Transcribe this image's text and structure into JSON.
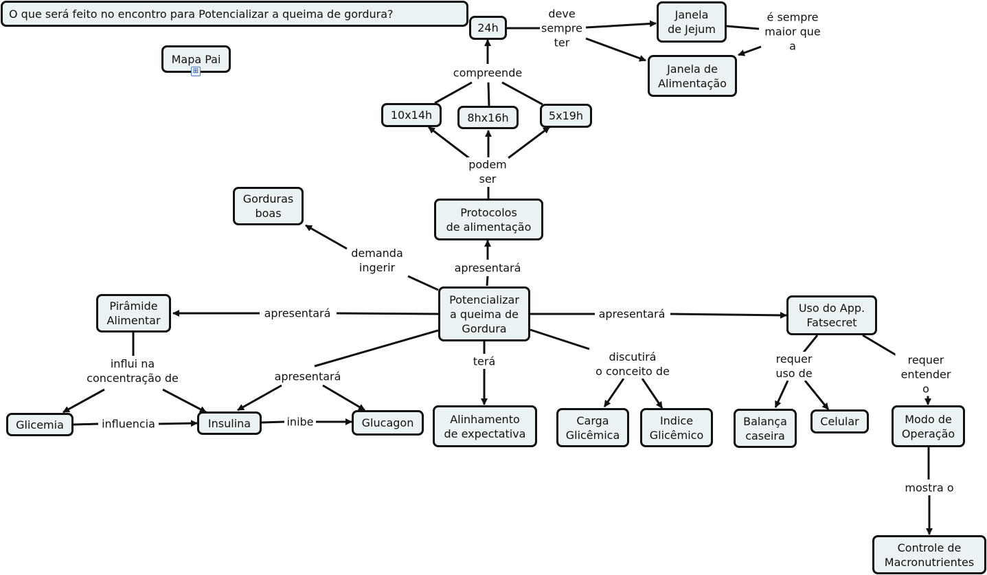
{
  "colors": {
    "node_fill": "#ebf2f4",
    "border": "#111111",
    "background": "#ffffff"
  },
  "question": "O que será feito no encontro para Potencializar a queima de gordura?",
  "nodes": {
    "mapa_pai": "Mapa Pai",
    "h24": "24h",
    "janela_jejum": "Janela\nde Jejum",
    "janela_alimentacao": "Janela de\nAlimentação",
    "p10x14": "10x14h",
    "p8x16": "8hx16h",
    "p5x19": "5x19h",
    "gorduras_boas": "Gorduras\nboas",
    "protocolos": "Protocolos\nde alimentação",
    "piramide": "Pirâmide\nAlimentar",
    "centro": "Potencializar\na queima de\nGordura",
    "fatsecret": "Uso do App.\nFatsecret",
    "glicemia": "Glicemia",
    "insulina": "Insulina",
    "glucagon": "Glucagon",
    "alinhamento": "Alinhamento\nde expectativa",
    "carga": "Carga\nGlicêmica",
    "indice": "Indice\nGlicêmico",
    "balanca": "Balança\ncaseira",
    "celular": "Celular",
    "modo": "Modo de\nOperação",
    "controle": "Controle de\nMacronutrientes"
  },
  "links": {
    "deve_sempre_ter": "deve\nsempre\nter",
    "e_sempre_maior": "é sempre\nmaior que\na",
    "compreende": "compreende",
    "podem_ser": "podem\nser",
    "demanda_ingerir": "demanda\ningerir",
    "apresentara_protocolos": "apresentará",
    "apresentara_piramide": "apresentará",
    "apresentara_fatsecret": "apresentará",
    "apresentara_hormonios": "apresentará",
    "influi": "influi na\nconcentração de",
    "influencia": "influencia",
    "inibe": "inibe",
    "tera": "terá",
    "discutira": "discutirá\no conceito de",
    "requer_uso": "requer\nuso de",
    "requer_entender": "requer\nentender o",
    "mostra": "mostra o"
  },
  "icons": {
    "submap": "submap-icon"
  }
}
